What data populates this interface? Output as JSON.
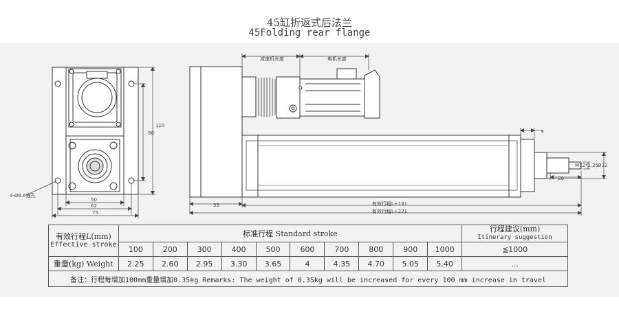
{
  "header": {
    "title_cn": "45缸折返式后法兰",
    "title_en": "45Folding rear flange"
  },
  "drawing": {
    "hole_label": "4-Ø6.6通孔",
    "dim_50": "50",
    "dim_62": "62",
    "dim_75": "75",
    "dim_80": "80",
    "dim_110": "110",
    "reducer_length": "减速机长度",
    "motor_length": "电机长度",
    "dim_3": "3",
    "dim_55": "55",
    "dim_20": "20",
    "dim_m12": "M12*1.25",
    "dim_d32": "Ø32",
    "stroke_131": "有效行程L+131",
    "stroke_221": "有效行程L+221"
  },
  "table": {
    "col1_cn": "有效行程L(mm)",
    "col1_en": "Effective stroke",
    "std_title": "标准行程  Standard stroke",
    "itin_cn": "行程建议(mm)",
    "itin_en": "Itinerary suggestion",
    "strokes": [
      "100",
      "200",
      "300",
      "400",
      "500",
      "600",
      "700",
      "800",
      "900",
      "1000"
    ],
    "itin_value": "≦1000",
    "weight_label": "重量(kg) Weight",
    "weights": [
      "2.25",
      "2.60",
      "2.95",
      "3.30",
      "3.65",
      "4",
      "4.35",
      "4.70",
      "5.05",
      "5.40"
    ],
    "weight_itin": "...",
    "remark": "备注：行程每增加100mm重量增加0.35kg    Remarks: The weight of 0.35kg will be increased for every 100 mm increase in travel"
  }
}
